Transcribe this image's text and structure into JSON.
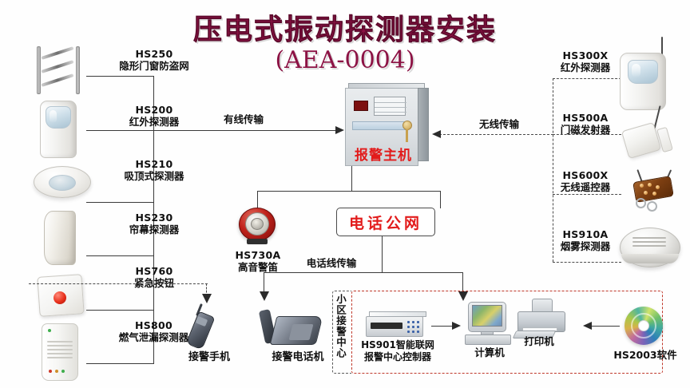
{
  "title": "压电式振动探测器安装",
  "subtitle": "(AEA-0004)",
  "colors": {
    "title": "#8c1244",
    "accent_red": "#e21b1b",
    "line": "#3b3b3b",
    "dashed_red": "#c0392b"
  },
  "center": {
    "panel_label": "报警主机",
    "phone_network_label": "电话公网"
  },
  "links": {
    "wired": "有线传输",
    "wireless": "无线传输",
    "phone_line": "电话线传输"
  },
  "wired_devices": [
    {
      "code": "HS250",
      "name": "隐形门窗防盗网",
      "icon": "window-grille-icon"
    },
    {
      "code": "HS200",
      "name": "红外探测器",
      "icon": "pir-detector-icon"
    },
    {
      "code": "HS210",
      "name": "吸顶式探测器",
      "icon": "ceiling-detector-icon"
    },
    {
      "code": "HS230",
      "name": "帘幕探测器",
      "icon": "curtain-detector-icon"
    },
    {
      "code": "HS760",
      "name": "紧急按钮",
      "icon": "emergency-button-icon"
    },
    {
      "code": "HS800",
      "name": "燃气泄漏探测器",
      "icon": "gas-detector-icon"
    }
  ],
  "wireless_devices": [
    {
      "code": "HS300X",
      "name": "红外探测器",
      "icon": "wireless-pir-icon"
    },
    {
      "code": "HS500A",
      "name": "门磁发射器",
      "icon": "door-magnet-icon"
    },
    {
      "code": "HS600X",
      "name": "无线遥控器",
      "icon": "remote-control-icon"
    },
    {
      "code": "HS910A",
      "name": "烟雾探测器",
      "icon": "smoke-detector-icon"
    }
  ],
  "siren": {
    "code": "HS730A",
    "name": "高音警笛",
    "icon": "siren-icon"
  },
  "receivers": [
    {
      "name": "接警手机",
      "icon": "mobile-phone-icon"
    },
    {
      "name": "接警电话机",
      "icon": "desk-phone-icon"
    }
  ],
  "center_zone": {
    "vertical_label": "小区接警中心",
    "items": [
      {
        "name_line1": "HS901智能联网",
        "name_line2": "报警中心控制器",
        "icon": "network-controller-icon"
      },
      {
        "name_line1": "计算机",
        "name_line2": "",
        "icon": "computer-icon"
      },
      {
        "name_line1": "打印机",
        "name_line2": "",
        "icon": "printer-icon"
      },
      {
        "name_line1": "HS2003软件",
        "name_line2": "",
        "icon": "cd-software-icon"
      }
    ]
  }
}
